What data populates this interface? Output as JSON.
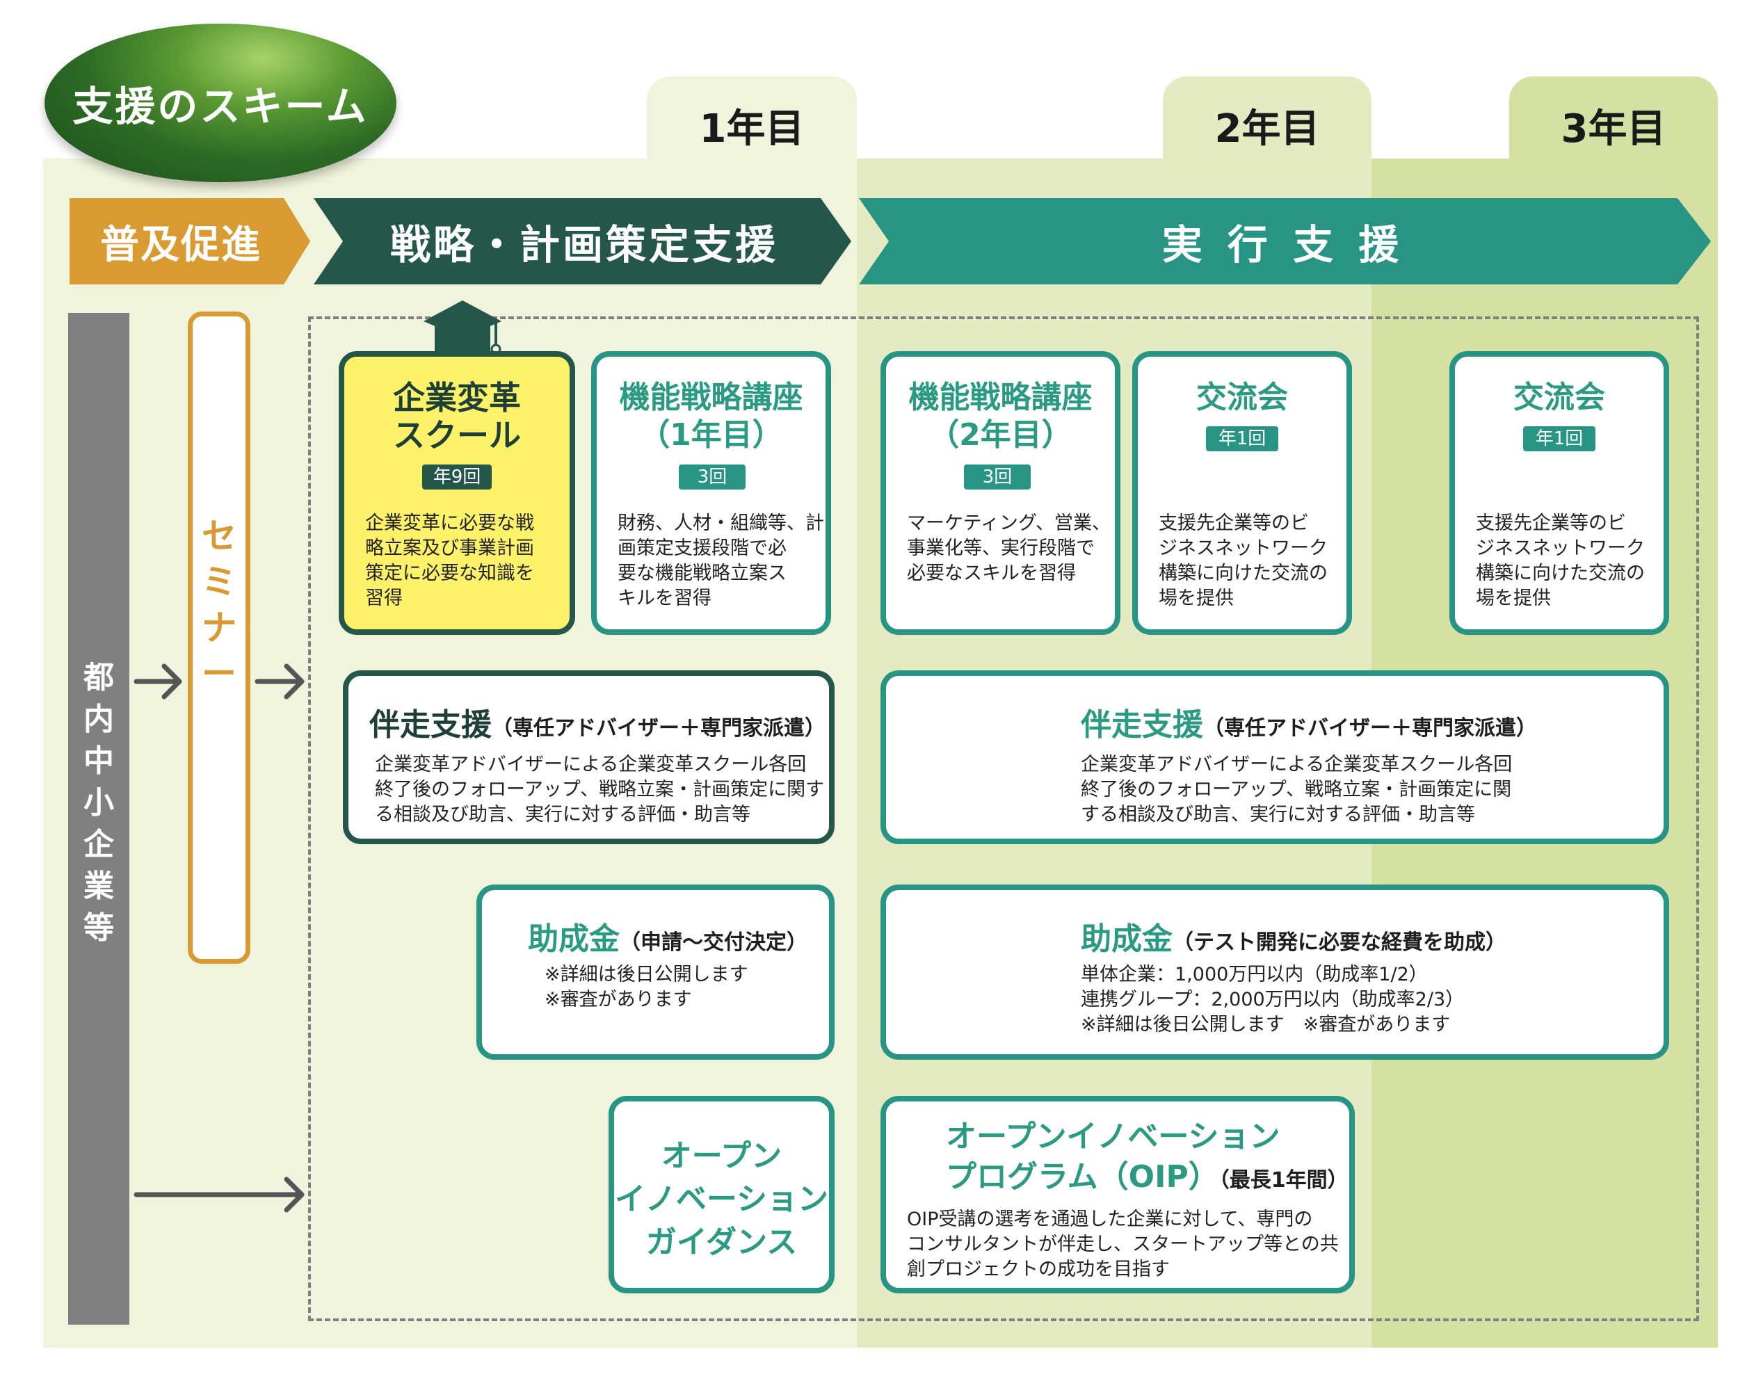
{
  "header": {
    "title": "支援のスキーム"
  },
  "years": [
    "1年目",
    "2年目",
    "3年目"
  ],
  "banners": {
    "promotion": "普及促進",
    "strategy": "戦略・計画策定支援",
    "execution": "実 行 支 援"
  },
  "target": {
    "label": "都内中小企業等"
  },
  "seminar": {
    "label": "セミナー"
  },
  "cards": {
    "school": {
      "title1": "企業変革",
      "title2": "スクール",
      "badge": "年9回",
      "desc": [
        "企業変革に必要な戦",
        "略立案及び事業計画",
        "策定に必要な知識を",
        "習得"
      ]
    },
    "func1": {
      "title1": "機能戦略講座",
      "title2": "（1年目）",
      "badge": "3回",
      "desc": [
        "財務、人材・組織等、計",
        "画策定支援段階で必",
        "要な機能戦略立案ス",
        "キルを習得"
      ]
    },
    "func2": {
      "title1": "機能戦略講座",
      "title2": "（2年目）",
      "badge": "3回",
      "desc": [
        "マーケティング、営業、",
        "事業化等、実行段階で",
        "必要なスキルを習得"
      ]
    },
    "exchange2": {
      "title": "交流会",
      "badge": "年1回",
      "desc": [
        "支援先企業等のビ",
        "ジネスネットワーク",
        "構築に向けた交流の",
        "場を提供"
      ]
    },
    "exchange3": {
      "title": "交流会",
      "badge": "年1回",
      "desc": [
        "支援先企業等のビ",
        "ジネスネットワーク",
        "構築に向けた交流の",
        "場を提供"
      ]
    },
    "support1": {
      "title": "伴走支援",
      "sub": "（専任アドバイザー＋専門家派遣）",
      "desc": [
        "企業変革アドバイザーによる企業変革スクール各回",
        "終了後のフォローアップ、戦略立案・計画策定に関す",
        "る相談及び助言、実行に対する評価・助言等"
      ]
    },
    "support2": {
      "title": "伴走支援",
      "sub": "（専任アドバイザー＋専門家派遣）",
      "desc": [
        "企業変革アドバイザーによる企業変革スクール各回",
        "終了後のフォローアップ、戦略立案・計画策定に関",
        "する相談及び助言、実行に対する評価・助言等"
      ]
    },
    "grant1": {
      "title": "助成金",
      "sub": "（申請～交付決定）",
      "desc": [
        "※詳細は後日公開します",
        "※審査があります"
      ]
    },
    "grant2": {
      "title": "助成金",
      "sub": "（テスト開発に必要な経費を助成）",
      "desc": [
        "単体企業：1,000万円以内（助成率1/2）",
        "連携グループ：2,000万円以内（助成率2/3）",
        "※詳細は後日公開します　※審査があります"
      ]
    },
    "guidance": {
      "lines": [
        "オープン",
        "イノベーション",
        "ガイダンス"
      ]
    },
    "oip": {
      "title1": "オープンイノベーション",
      "title2": "プログラム（OIP）",
      "sub": "（最長1年間）",
      "desc": [
        "OIP受講の選考を通過した企業に対して、専門の",
        "コンサルタントが伴走し、スタートアップ等との共",
        "創プロジェクトの成功を目指す"
      ]
    }
  },
  "colors": {
    "teal": "#289584",
    "dark_green": "#24574a",
    "orange": "#d99a31",
    "gray": "#808080",
    "yellow": "#fdf26a"
  }
}
